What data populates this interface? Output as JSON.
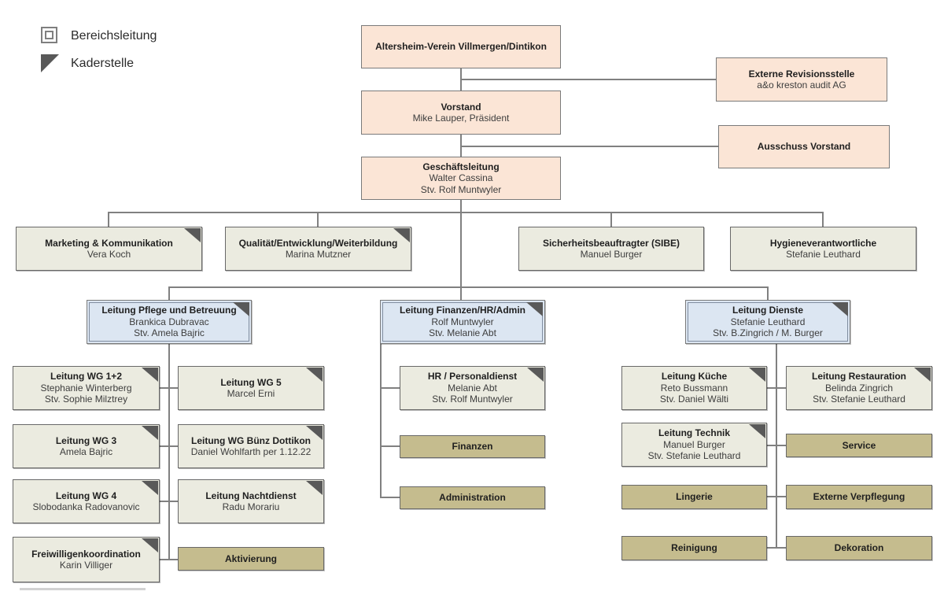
{
  "legend": {
    "bereichsleitung": "Bereichsleitung",
    "kaderstelle": "Kaderstelle"
  },
  "org": {
    "root": {
      "title": "Altersheim-Verein Villmergen/Dintikon"
    },
    "externe_revisionsstelle": {
      "title": "Externe Revisionsstelle",
      "line1": "a&o kreston audit AG"
    },
    "vorstand": {
      "title": "Vorstand",
      "line1": "Mike Lauper, Präsident"
    },
    "ausschuss_vorstand": {
      "title": "Ausschuss Vorstand"
    },
    "geschaeftsleitung": {
      "title": "Geschäftsleitung",
      "line1": "Walter Cassina",
      "line2": "Stv. Rolf Muntwyler"
    },
    "marketing": {
      "title": "Marketing & Kommunikation",
      "line1": "Vera Koch"
    },
    "qualitaet": {
      "title": "Qualität/Entwicklung/Weiterbildung",
      "line1": "Marina Mutzner"
    },
    "sibe": {
      "title": "Sicherheitsbeauftragter (SIBE)",
      "line1": "Manuel Burger"
    },
    "hygiene": {
      "title": "Hygieneverantwortliche",
      "line1": "Stefanie Leuthard"
    },
    "pflege": {
      "title": "Leitung Pflege und Betreuung",
      "line1": "Brankica Dubravac",
      "line2": "Stv. Amela Bajric"
    },
    "finanzen_leitung": {
      "title": "Leitung Finanzen/HR/Admin",
      "line1": "Rolf Muntwyler",
      "line2": "Stv. Melanie Abt"
    },
    "dienste": {
      "title": "Leitung Dienste",
      "line1": "Stefanie Leuthard",
      "line2": "Stv. B.Zingrich / M. Burger"
    },
    "wg12": {
      "title": "Leitung WG 1+2",
      "line1": "Stephanie Winterberg",
      "line2": "Stv. Sophie Milztrey"
    },
    "wg5": {
      "title": "Leitung WG 5",
      "line1": "Marcel Erni"
    },
    "wg3": {
      "title": "Leitung WG 3",
      "line1": "Amela Bajric"
    },
    "wg_buenz": {
      "title": "Leitung WG Bünz Dottikon",
      "line1": "Daniel Wohlfarth per 1.12.22"
    },
    "wg4": {
      "title": "Leitung WG 4",
      "line1": "Slobodanka Radovanovic"
    },
    "nachtdienst": {
      "title": "Leitung Nachtdienst",
      "line1": "Radu Morariu"
    },
    "freiwilligen": {
      "title": "Freiwilligenkoordination",
      "line1": "Karin Villiger"
    },
    "aktivierung": {
      "title": "Aktivierung"
    },
    "hr_personal": {
      "title": "HR / Personaldienst",
      "line1": "Melanie Abt",
      "line2": "Stv. Rolf Muntwyler"
    },
    "finanzen": {
      "title": "Finanzen"
    },
    "administration": {
      "title": "Administration"
    },
    "kueche": {
      "title": "Leitung Küche",
      "line1": "Reto Bussmann",
      "line2": "Stv. Daniel Wälti"
    },
    "restauration": {
      "title": "Leitung Restauration",
      "line1": "Belinda Zingrich",
      "line2": "Stv. Stefanie Leuthard"
    },
    "technik": {
      "title": "Leitung Technik",
      "line1": "Manuel Burger",
      "line2": "Stv. Stefanie Leuthard"
    },
    "service": {
      "title": "Service"
    },
    "lingerie": {
      "title": "Lingerie"
    },
    "externe_verpflegung": {
      "title": "Externe Verpflegung"
    },
    "reinigung": {
      "title": "Reinigung"
    },
    "dekoration": {
      "title": "Dekoration"
    }
  },
  "colors": {
    "peach": "#fbe5d6",
    "beige": "#ebebe0",
    "blue": "#dce6f2",
    "olive": "#c5bc8e",
    "line": "#808080",
    "triangle": "#595959"
  }
}
